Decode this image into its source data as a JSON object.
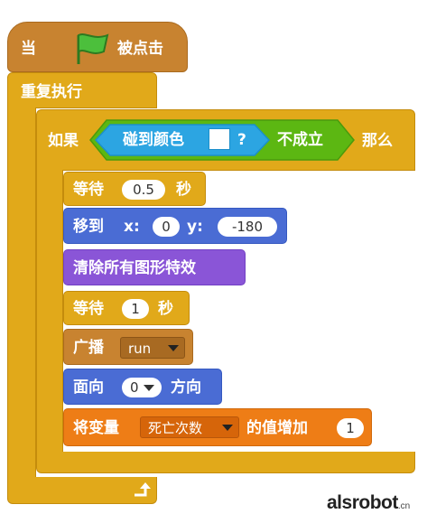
{
  "hat": {
    "when": "当",
    "clicked": "被点击"
  },
  "forever": {
    "label": "重复执行"
  },
  "if_block": {
    "if": "如果",
    "touching": "碰到颜色",
    "question": "?",
    "not": "不成立",
    "then": "那么"
  },
  "wait1": {
    "label": "等待",
    "value": "0.5",
    "unit": "秒"
  },
  "goto": {
    "label": "移到",
    "x_label": "x:",
    "x_value": "0",
    "y_label": "y:",
    "y_value": "-180"
  },
  "clear_effects": {
    "label": "清除所有图形特效"
  },
  "wait2": {
    "label": "等待",
    "value": "1",
    "unit": "秒"
  },
  "broadcast": {
    "label": "广播",
    "message": "run"
  },
  "point": {
    "label": "面向",
    "value": "0",
    "unit": "方向"
  },
  "change_var": {
    "label": "将变量",
    "variable": "死亡次数",
    "middle": "的值增加",
    "value": "1"
  },
  "watermark": {
    "text": "alsrobot",
    "suffix": ".cn"
  },
  "colors": {
    "control": "#e1a91a",
    "events": "#c88330",
    "motion": "#4a6cd4",
    "looks": "#8a55d7",
    "sensing": "#2ca5e2",
    "operators": "#5cb712",
    "data": "#ee7d16"
  }
}
